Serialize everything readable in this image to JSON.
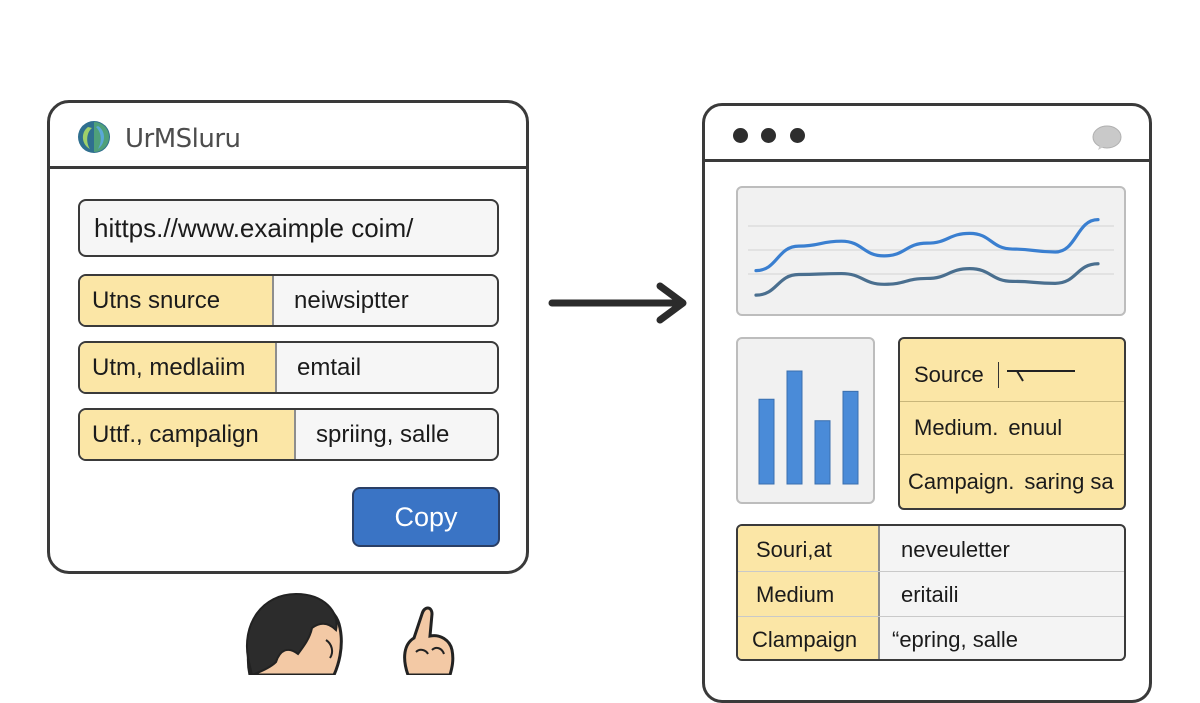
{
  "builder": {
    "app_title": "UrMSluru",
    "url_value": "hittps.//www.exaimple coim/",
    "params": {
      "source": {
        "label": "Utns snurce",
        "value": "neiwsiptter"
      },
      "medium": {
        "label": "Utm, medlaiim",
        "value": "emtail"
      },
      "campaign": {
        "label": "Uttf., campalign",
        "value": "spriing, salle"
      }
    },
    "copy_label": "Copy"
  },
  "analytics": {
    "summary": {
      "source_label": "Source",
      "medium_label": "Medium.",
      "medium_value": "enuul",
      "campaign_label": "Campaign.",
      "campaign_value": "saring sa"
    },
    "table": {
      "source": {
        "label": "Souri,at",
        "value": "neveuletter"
      },
      "medium": {
        "label": "Medium",
        "value": "eritaili"
      },
      "campaign": {
        "label": "Clampaign",
        "value": "“epring, salle"
      }
    }
  },
  "colors": {
    "accent_blue": "#3a74c5",
    "label_yellow": "#fbe6a6",
    "line_blue": "#3a7fd0",
    "line_slate": "#4a6f8f",
    "bar_blue": "#4a8bd8"
  },
  "chart_data": [
    {
      "type": "line",
      "title": "",
      "grid": true,
      "legend": "none",
      "x": [
        0,
        1,
        2,
        3,
        4,
        5,
        6,
        7,
        8
      ],
      "series": [
        {
          "values": [
            3,
            5.5,
            6,
            4.5,
            5.8,
            6.8,
            5.2,
            4.9,
            8.2
          ]
        },
        {
          "values": [
            0.5,
            2.6,
            2.7,
            1.6,
            2.2,
            3.2,
            1.9,
            1.7,
            3.7
          ]
        }
      ],
      "ylim": [
        0,
        10
      ]
    },
    {
      "type": "bar",
      "title": "",
      "grid": false,
      "legend": "none",
      "categories": [
        "",
        "",
        "",
        ""
      ],
      "values": [
        75,
        100,
        56,
        82
      ],
      "ylim": [
        0,
        100
      ]
    }
  ]
}
